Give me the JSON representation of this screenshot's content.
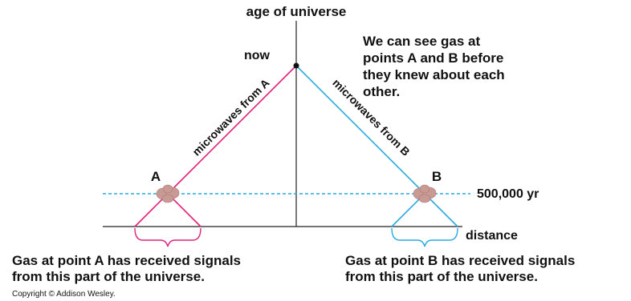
{
  "axes": {
    "vertical_label": "age of universe",
    "horizontal_label": "distance"
  },
  "markers": {
    "now": "now",
    "point_a": "A",
    "point_b": "B",
    "time_line": "500,000 yr"
  },
  "rays": {
    "from_a": "microwaves from A",
    "from_b": "microwaves from B"
  },
  "note": [
    "We can see gas at",
    "points A and B before",
    "they knew about each",
    "other."
  ],
  "captions": {
    "a": [
      "Gas at point A has received signals",
      "from this part of the universe."
    ],
    "b": [
      "Gas at point B has received signals",
      "from this part of the universe."
    ]
  },
  "copyright": "Copyright © Addison Wesley.",
  "colors": {
    "ray_a": "#e0207a",
    "ray_b": "#29a9df",
    "dashed_line": "#29a9df",
    "gas_blob": "#c99a94"
  }
}
